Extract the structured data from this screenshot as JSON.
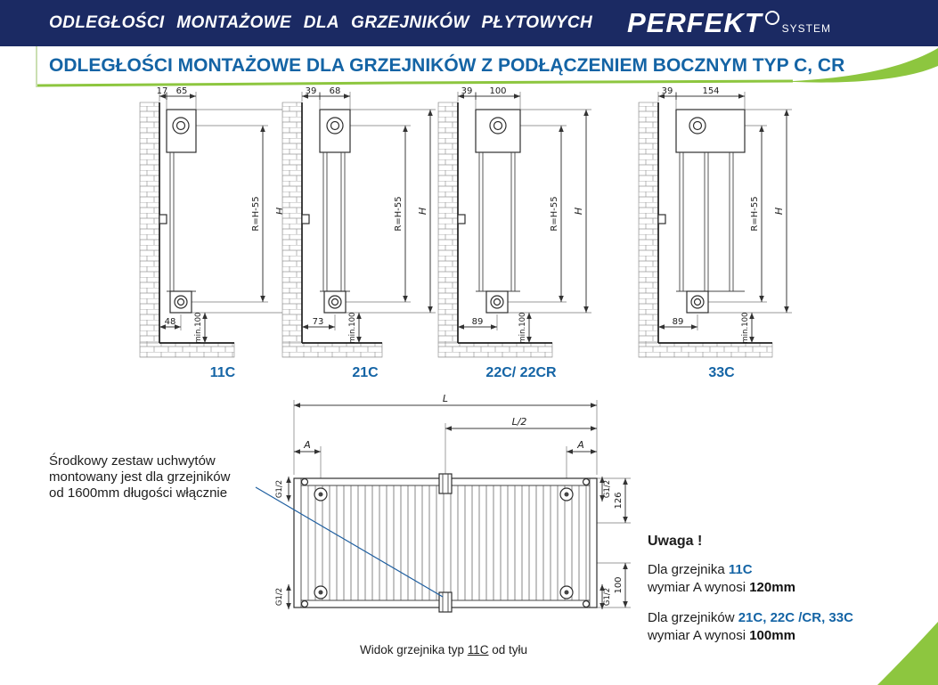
{
  "colors": {
    "navy": "#1b2a63",
    "green": "#8dc63f",
    "blue": "#1464a5"
  },
  "header": {
    "title": "ODLEGŁOŚCI MONTAŻOWE DLA GRZEJNIKÓW PŁYTOWYCH",
    "brand": "PERFEKT",
    "brand_sub": "SYSTEM"
  },
  "subheader": {
    "title": "ODLEGŁOŚCI MONTAŻOWE DLA GRZEJNIKÓW Z PODŁĄCZENIEM BOCZNYM TYP C, CR"
  },
  "side_diagrams": [
    {
      "type": "11C",
      "top_dim_1": "17",
      "top_dim_2": "65",
      "bottom_dim": "48",
      "hook_dim": "R=H-55",
      "height_dim": "H",
      "floor_dim": "min.100"
    },
    {
      "type": "21C",
      "top_dim_1": "39",
      "top_dim_2": "68",
      "bottom_dim": "73",
      "hook_dim": "R=H-55",
      "height_dim": "H",
      "floor_dim": "min.100"
    },
    {
      "type": "22C/ 22CR",
      "top_dim_1": "39",
      "top_dim_2": "100",
      "bottom_dim": "89",
      "hook_dim": "R=H-55",
      "height_dim": "H",
      "floor_dim": "min.100"
    },
    {
      "type": "33C",
      "top_dim_1": "39",
      "top_dim_2": "154",
      "bottom_dim": "89",
      "hook_dim": "R=H-55",
      "height_dim": "H",
      "floor_dim": "min.100"
    }
  ],
  "rear_view": {
    "length_dim": "L",
    "half_length_dim": "L/2",
    "bracket_dim_left": "A",
    "bracket_dim_right": "A",
    "thread_tl": "G1/2",
    "thread_bl": "G1/2",
    "thread_tr": "G1/2",
    "thread_br": "G1/2",
    "top_offset_dim": "126",
    "bottom_offset_dim": "100",
    "caption_prefix": "Widok grzejnika typ ",
    "caption_type": "11C",
    "caption_suffix": " od tyłu"
  },
  "center_bracket_note": {
    "line1": "Środkowy zestaw uchwytów",
    "line2": "montowany jest dla grzejników",
    "line3": "od 1600mm długości włącznie"
  },
  "notes": {
    "title": "Uwaga !",
    "note1_prefix": "Dla grzejnika ",
    "note1_types": "11C",
    "note1_line2": "wymiar A wynosi ",
    "note1_value": "120mm",
    "note2_prefix": "Dla grzejników ",
    "note2_types": "21C, 22C /CR, 33C",
    "note2_line2": "wymiar A wynosi ",
    "note2_value": "100mm"
  }
}
